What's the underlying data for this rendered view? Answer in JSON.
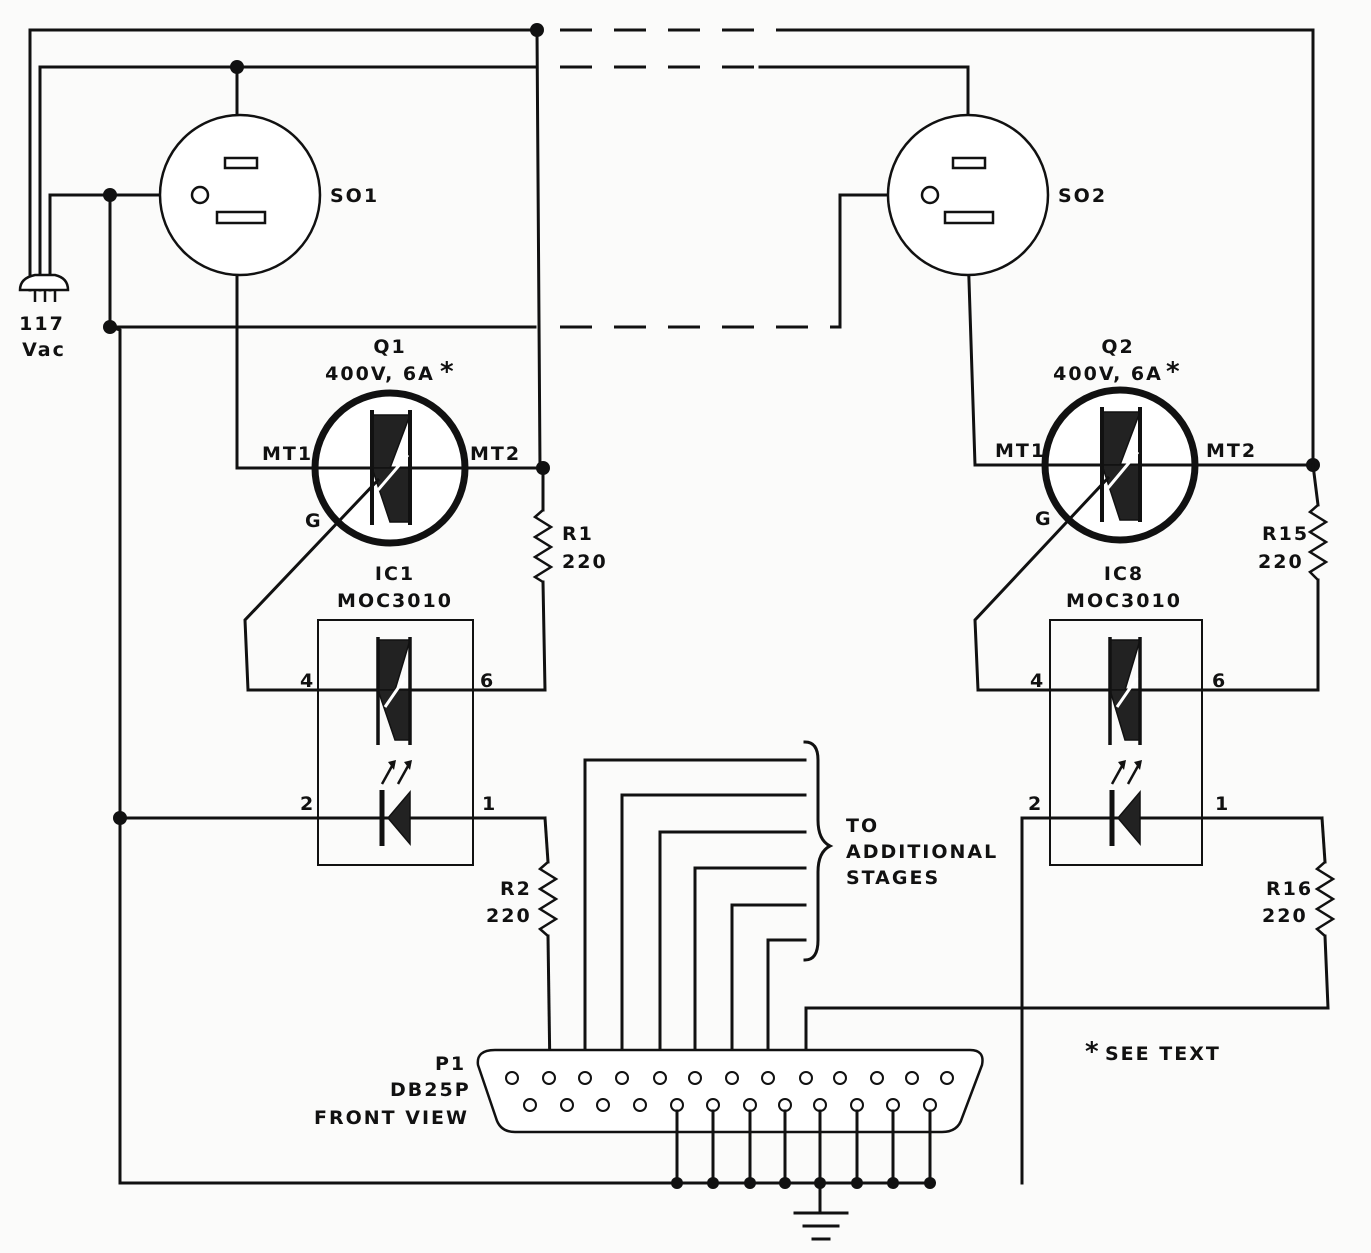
{
  "plug": {
    "value": "117",
    "unit": "Vac"
  },
  "sockets": [
    {
      "ref": "SO1"
    },
    {
      "ref": "SO2"
    }
  ],
  "triacs": [
    {
      "ref": "Q1",
      "rating": "400V, 6A",
      "mark": "*",
      "mt1": "MT1",
      "mt2": "MT2",
      "gate": "G"
    },
    {
      "ref": "Q2",
      "rating": "400V, 6A",
      "mark": "*",
      "mt1": "MT1",
      "mt2": "MT2",
      "gate": "G"
    }
  ],
  "optocouplers": [
    {
      "ref": "IC1",
      "part": "MOC3010",
      "pins": [
        "4",
        "6",
        "2",
        "1"
      ]
    },
    {
      "ref": "IC8",
      "part": "MOC3010",
      "pins": [
        "4",
        "6",
        "2",
        "1"
      ]
    }
  ],
  "resistors": [
    {
      "ref": "R1",
      "value": "220"
    },
    {
      "ref": "R2",
      "value": "220"
    },
    {
      "ref": "R15",
      "value": "220"
    },
    {
      "ref": "R16",
      "value": "220"
    }
  ],
  "connector": {
    "ref": "P1",
    "type": "DB25P",
    "view": "FRONT VIEW"
  },
  "additional": [
    "TO",
    "ADDITIONAL",
    "STAGES"
  ],
  "note": {
    "mark": "*",
    "text": "SEE TEXT"
  }
}
